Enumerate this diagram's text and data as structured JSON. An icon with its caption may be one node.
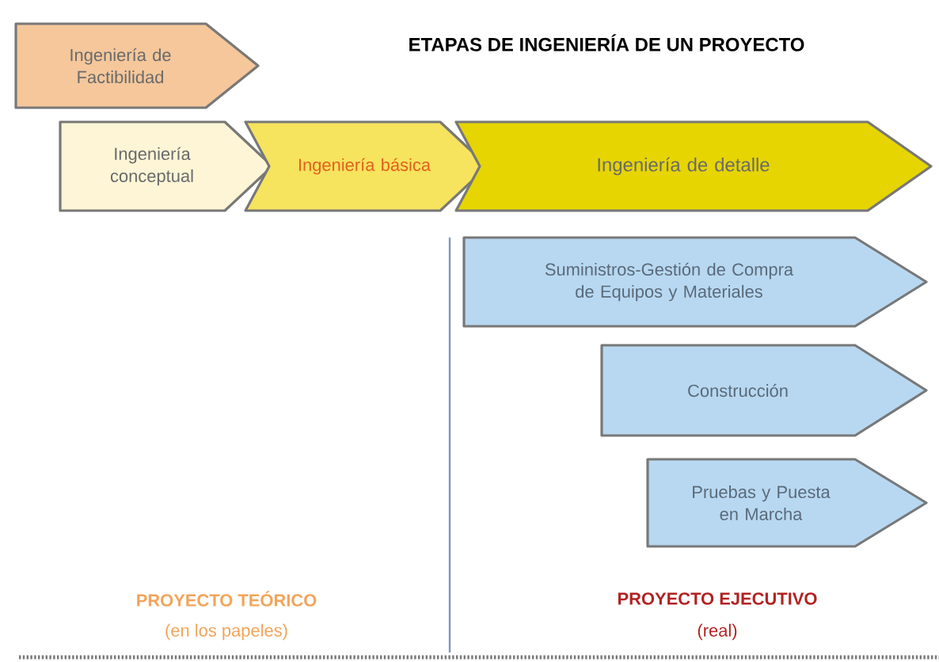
{
  "diagram": {
    "title": "ETAPAS DE INGENIERÍA DE UN PROYECTO",
    "nodes": [
      {
        "text": [
          "Ingeniería de Factibilidad"
        ]
      },
      {
        "text": [
          "Ingeniería conceptual"
        ]
      },
      {
        "text": [
          "Ingeniería básica"
        ]
      },
      {
        "text": [
          "Ingeniería de detalle"
        ]
      },
      {
        "text": [
          "Suministros-Gestión de Compra de Equipos y Materiales"
        ]
      },
      {
        "text": [
          "Construcción"
        ]
      },
      {
        "text": [
          "Pruebas y Puesta en Marcha"
        ]
      }
    ],
    "labels": [
      "PROYECTO TEÓRICO",
      "(en los papeles)",
      "PROYECTO EJECUTIVO",
      "(real)"
    ]
  }
}
